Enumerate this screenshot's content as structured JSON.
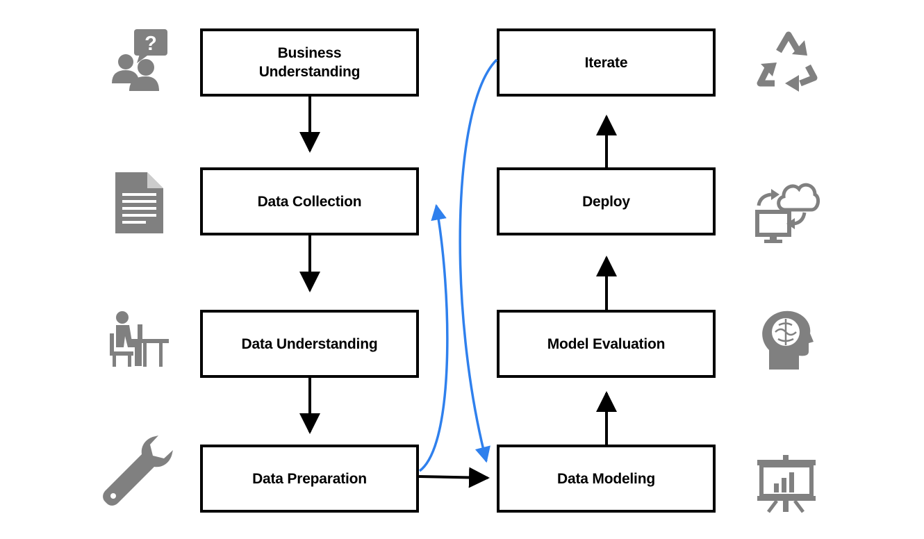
{
  "steps": {
    "business_understanding": "Business\nUnderstanding",
    "data_collection": "Data Collection",
    "data_understanding": "Data Understanding",
    "data_preparation": "Data Preparation",
    "data_modeling": "Data Modeling",
    "model_evaluation": "Model Evaluation",
    "deploy": "Deploy",
    "iterate": "Iterate"
  },
  "icons": {
    "business_understanding": "people-question-icon",
    "data_collection": "document-icon",
    "data_understanding": "person-at-desk-icon",
    "data_preparation": "wrench-icon",
    "data_modeling": "presentation-chart-icon",
    "model_evaluation": "brain-head-icon",
    "deploy": "cloud-sync-icon",
    "iterate": "recycle-icon"
  },
  "colors": {
    "box_border": "#000000",
    "arrow": "#000000",
    "feedback_arrow": "#2f80ed",
    "icon": "#808080"
  }
}
